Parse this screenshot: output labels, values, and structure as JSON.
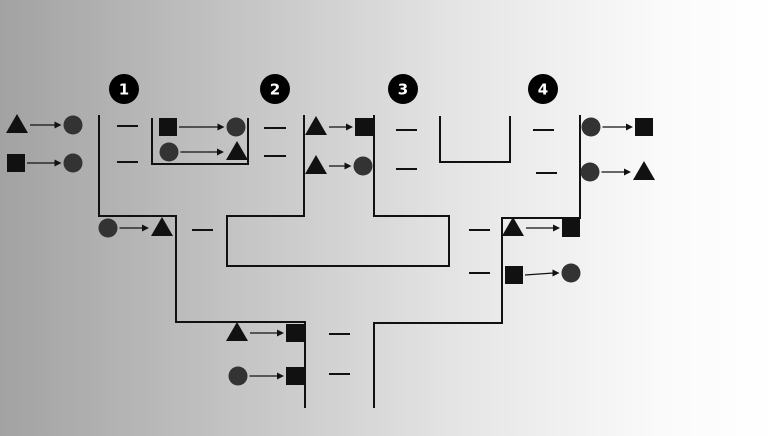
{
  "puzzle": {
    "step_numbers": [
      "1",
      "2",
      "3",
      "4"
    ],
    "colors": {
      "ink": "#111111",
      "circle_fill": "#333333",
      "number_badge": "#000000",
      "number_text": "#ffffff"
    },
    "rules": [
      {
        "from": "triangle",
        "to": "circle"
      },
      {
        "from": "square",
        "to": "circle"
      },
      {
        "from": "square",
        "to": "circle"
      },
      {
        "from": "circle",
        "to": "triangle"
      },
      {
        "from": "triangle",
        "to": "square"
      },
      {
        "from": "triangle",
        "to": "circle"
      },
      {
        "from": "circle",
        "to": "square"
      },
      {
        "from": "circle",
        "to": "triangle"
      },
      {
        "from": "circle",
        "to": "triangle"
      },
      {
        "from": "triangle",
        "to": "square"
      },
      {
        "from": "square",
        "to": "circle"
      },
      {
        "from": "triangle",
        "to": "square"
      },
      {
        "from": "circle",
        "to": "square"
      }
    ]
  }
}
